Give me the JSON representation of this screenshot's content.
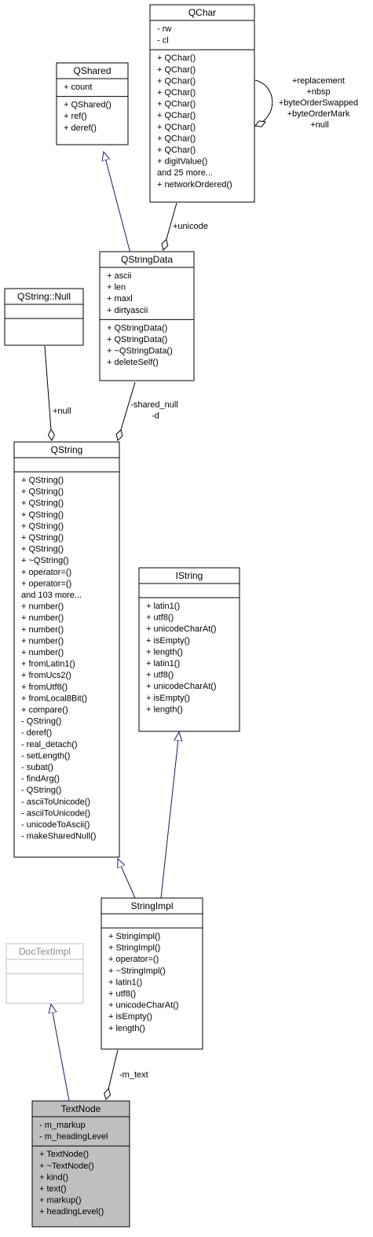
{
  "classes": {
    "qchar": {
      "name": "QChar",
      "attributes": [
        "- rw",
        "- cl"
      ],
      "operations": [
        "+ QChar()",
        "+ QChar()",
        "+ QChar()",
        "+ QChar()",
        "+ QChar()",
        "+ QChar()",
        "+ QChar()",
        "+ QChar()",
        "+ QChar()",
        "+ digitValue()",
        "and 25 more...",
        "+ networkOrdered()"
      ]
    },
    "qshared": {
      "name": "QShared",
      "attributes": [
        "+ count"
      ],
      "operations": [
        "+ QShared()",
        "+ ref()",
        "+ deref()"
      ]
    },
    "qstringdata": {
      "name": "QStringData",
      "attributes": [
        "+ ascii",
        "+ len",
        "+ maxl",
        "+ dirtyascii"
      ],
      "operations": [
        "+ QStringData()",
        "+ QStringData()",
        "+ ~QStringData()",
        "+ deleteSelf()"
      ]
    },
    "qstring_null": {
      "name": "QString::Null",
      "attributes": [],
      "operations": []
    },
    "qstring": {
      "name": "QString",
      "attributes": [],
      "operations": [
        "+ QString()",
        "+ QString()",
        "+ QString()",
        "+ QString()",
        "+ QString()",
        "+ QString()",
        "+ QString()",
        "+ ~QString()",
        "+ operator=()",
        "+ operator=()",
        "and 103 more...",
        "+ number()",
        "+ number()",
        "+ number()",
        "+ number()",
        "+ number()",
        "+ fromLatin1()",
        "+ fromUcs2()",
        "+ fromUtf8()",
        "+ fromLocal8Bit()",
        "+ compare()",
        "- QString()",
        "- deref()",
        "- real_detach()",
        "- setLength()",
        "- subat()",
        "- findArg()",
        "- QString()",
        "- asciiToUnicode()",
        "- asciiToUnicode()",
        "- unicodeToAscii()",
        "- makeSharedNull()"
      ]
    },
    "istring": {
      "name": "IString",
      "attributes": [],
      "operations": [
        "+ latin1()",
        "+ utf8()",
        "+ unicodeCharAt()",
        "+ isEmpty()",
        "+ length()",
        "+ latin1()",
        "+ utf8()",
        "+ unicodeCharAt()",
        "+ isEmpty()",
        "+ length()"
      ]
    },
    "stringimpl": {
      "name": "StringImpl",
      "attributes": [],
      "operations": [
        "+ StringImpl()",
        "+ StringImpl()",
        "+ operator=()",
        "+ ~StringImpl()",
        "+ latin1()",
        "+ utf8()",
        "+ unicodeCharAt()",
        "+ isEmpty()",
        "+ length()"
      ]
    },
    "doctextimpl": {
      "name": "DocTextImpl",
      "attributes": [],
      "operations": []
    },
    "textnode": {
      "name": "TextNode",
      "attributes": [
        "- m_markup",
        "- m_headingLevel"
      ],
      "operations": [
        "+ TextNode()",
        "+ ~TextNode()",
        "+ kind()",
        "+ text()",
        "+ markup()",
        "+ headingLevel()"
      ]
    }
  },
  "edge_labels": {
    "qchar_self": [
      "+replacement",
      "+nbsp",
      "+byteOrderSwapped",
      "+byteOrderMark",
      "+null"
    ],
    "unicode": "+unicode",
    "null": "+null",
    "shared_null": [
      "-shared_null",
      "-d"
    ],
    "m_text": "-m_text"
  },
  "colors": {
    "inheritance_edge": "#191970",
    "highlight_fill": "#bfbfbf",
    "faded_border": "#bfbfbf"
  }
}
